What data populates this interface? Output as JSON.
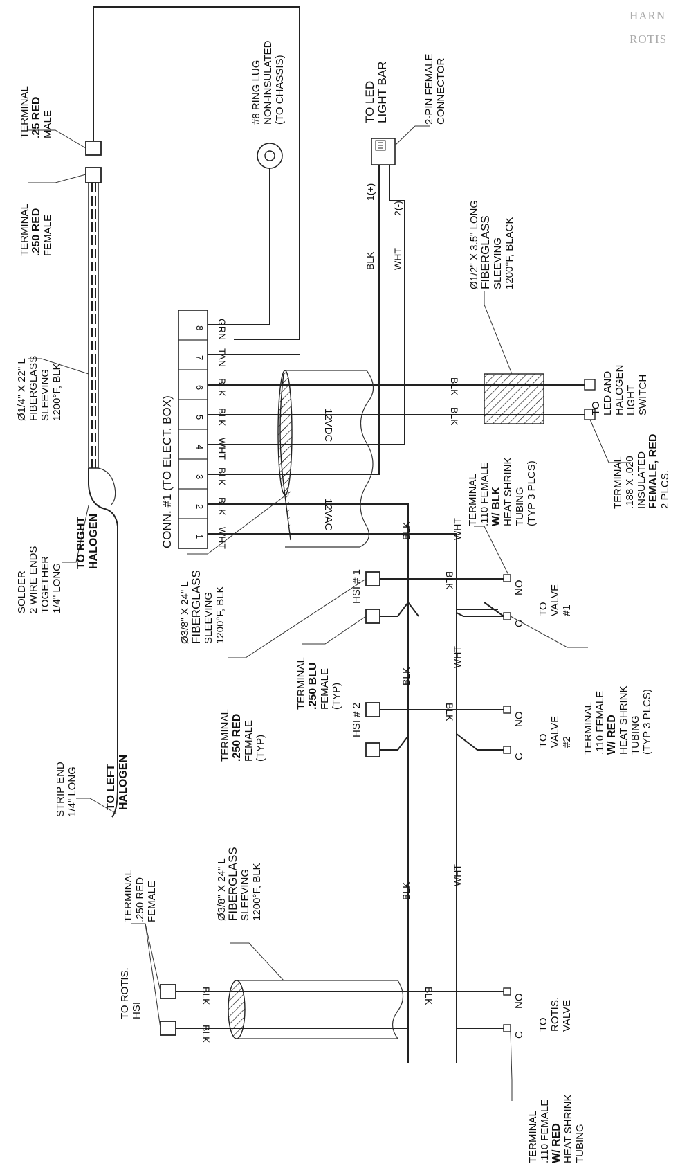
{
  "header": {
    "line1": "HARN",
    "line2": "ROTIS"
  },
  "conn1": {
    "title": "CONN. #1 (TO ELECT. BOX)",
    "pins": [
      "1",
      "2",
      "3",
      "4",
      "5",
      "6",
      "7",
      "8"
    ],
    "pin_wires": [
      "WHT",
      "BLK",
      "BLK",
      "WHT",
      "BLK",
      "BLK",
      "TAN",
      "GRN"
    ]
  },
  "labels": {
    "terminal_25_red_male": [
      "TERMINAL",
      ".25 RED",
      "MALE"
    ],
    "terminal_250_red_female_top": [
      "TERMINAL",
      ".250 RED",
      "FEMALE"
    ],
    "sleeving_quarter": [
      "Ø1/4\" X 22\" L",
      "FIBERGLASS",
      "SLEEVING",
      "1200°F, BLK"
    ],
    "solder": [
      "SOLDER",
      "2 WIRE ENDS",
      "TOGETHER",
      "1/4\" LONG"
    ],
    "to_right_halogen": [
      "TO RIGHT",
      "HALOGEN"
    ],
    "strip_end": [
      "STRIP END",
      "1/4\" LONG"
    ],
    "to_left_halogen": [
      "TO LEFT",
      "HALOGEN"
    ],
    "ring_lug": [
      "#8 RING LUG",
      "NON-INSULATED",
      "(TO CHASSIS)"
    ],
    "to_led_bar": [
      "TO LED",
      "LIGHT BAR"
    ],
    "two_pin": [
      "2-PIN FEMALE",
      "CONNECTOR"
    ],
    "pin1": "1(+)",
    "pin2": "2(-)",
    "sleeving_half": [
      "Ø1/2\" X 3.5\" LONG",
      "FIBERGLASS",
      "SLEEVING",
      "1200°F, BLACK"
    ],
    "to_led_switch": [
      "TO",
      "LED AND",
      "HALOGEN",
      "LIGHT",
      "SWITCH"
    ],
    "terminal_188": [
      "TERMINAL",
      ".188 X .020",
      "INSULATED",
      "FEMALE, RED",
      "2 PLCS."
    ],
    "v12dc": "12VDC",
    "v12ac": "12VAC",
    "sleeving_38_top": [
      "Ø3/8\" X 24\" L",
      "FIBERGLASS",
      "SLEEVING",
      "1200°F, BLK"
    ],
    "terminal_110_blk": [
      "TERMINAL",
      ".110 FEMALE",
      "W/ BLK",
      "HEAT SHRINK",
      "TUBING",
      "(TYP 3 PLCS)"
    ],
    "hsi1": "HSI # 1",
    "hsi2": "HSI # 2",
    "terminal_250_red_typ": [
      "TERMINAL",
      ".250 RED",
      "FEMALE",
      "(TYP)"
    ],
    "terminal_250_blu_typ": [
      "TERMINAL",
      ".250 BLU",
      "FEMALE",
      "(TYP)"
    ],
    "to_valve1": [
      "TO",
      "VALVE",
      "#1"
    ],
    "to_valve2": [
      "TO",
      "VALVE",
      "#2"
    ],
    "terminal_110_red_typ": [
      "TERMINAL",
      ".110 FEMALE",
      "W/ RED",
      "HEAT SHRINK",
      "TUBING",
      "(TYP 3 PLCS)"
    ],
    "sleeving_38_bottom": [
      "Ø3/8\" X 24\" L",
      "FIBERGLASS",
      "SLEEVING",
      "1200°F, BLK"
    ],
    "terminal_250_red_bottom": [
      "TERMINAL",
      ".250 RED",
      "FEMALE"
    ],
    "to_rotis_hsi": [
      "TO ROTIS.",
      "HSI"
    ],
    "to_rotis_valve": [
      "TO",
      "ROTIS.",
      "VALVE"
    ],
    "terminal_110_red_bottom": [
      "TERMINAL",
      ".110 FEMALE",
      "W/ RED",
      "HEAT SHRINK",
      "TUBING"
    ],
    "c": "C",
    "no": "NO"
  },
  "wire_colors": {
    "blk": "BLK",
    "wht": "WHT"
  }
}
